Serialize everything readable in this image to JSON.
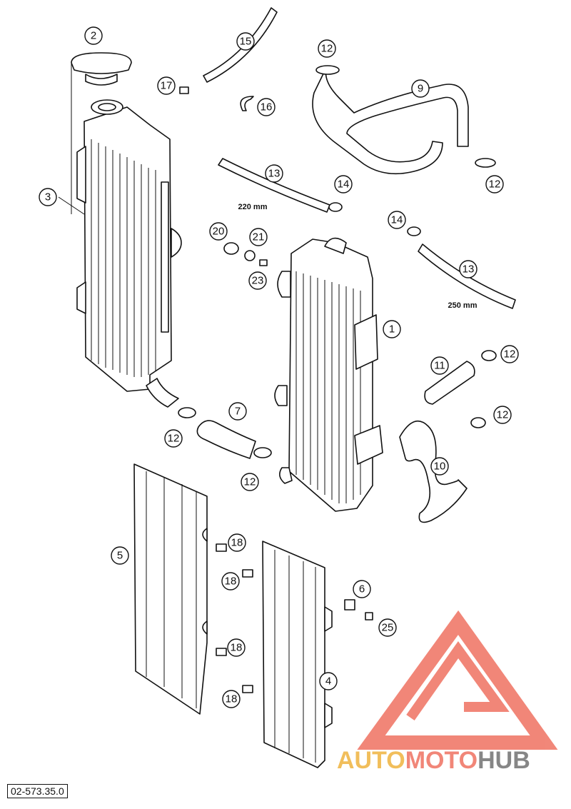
{
  "diagram": {
    "reference_code": "02-573.35.0",
    "callouts": [
      "1",
      "2",
      "3",
      "4",
      "5",
      "6",
      "7",
      "9",
      "10",
      "11",
      "12",
      "13",
      "14",
      "15",
      "16",
      "17",
      "18",
      "20",
      "21",
      "23",
      "25"
    ],
    "dimensions": {
      "hose_upper": "220 mm",
      "hose_lower": "250 mm"
    }
  },
  "watermark": {
    "part1": "AUTO",
    "part2": "MOTO",
    "part3": "HUB",
    "colors": {
      "gold": "#f0b84a",
      "coral": "#f07a6a",
      "grey": "#7a7a7a"
    }
  }
}
